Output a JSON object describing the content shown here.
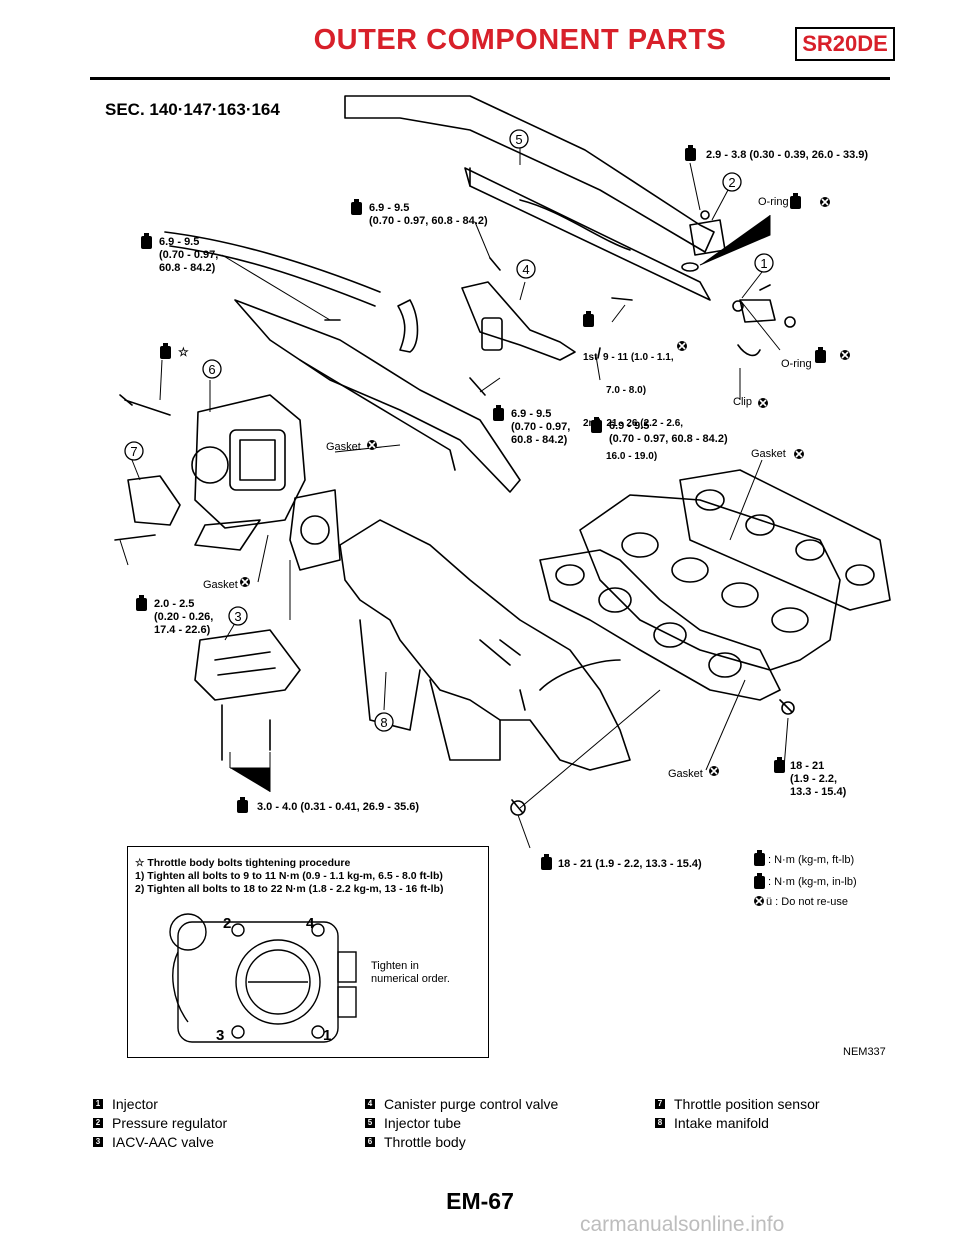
{
  "header": {
    "title": "OUTER COMPONENT PARTS",
    "engine_code": "SR20DE"
  },
  "section_code": "SEC. 140·147·163·164",
  "figure": {
    "part_numbers": [
      "1",
      "2",
      "3",
      "4",
      "5",
      "6",
      "7",
      "8"
    ],
    "labels": {
      "oring_top": "O-ring",
      "oring_side": "O-ring",
      "clip": "Clip",
      "gasket_right": "Gasket",
      "gasket_center": "Gasket",
      "gasket_throttle": "Gasket",
      "gasket_bottom": "Gasket"
    },
    "torques": {
      "t_reg_bolt": "2.9 - 3.8 (0.30 - 0.39, 26.0 - 33.9)",
      "t_tube_bolt_l1": "6.9 - 9.5",
      "t_tube_bolt_l2": "(0.70 - 0.97, 60.8 - 84.2)",
      "t_left_l1": "6.9 - 9.5",
      "t_left_l2": "(0.70 - 0.97,",
      "t_left_l3": "60.8 - 84.2)",
      "t_1st": "1st",
      "t_1st_val": "9 - 11 (1.0 - 1.1,",
      "t_1st_val2": "7.0 - 8.0)",
      "t_2nd": "2nd",
      "t_2nd_val": "21 - 26 (2.2 - 2.6,",
      "t_2nd_val2": "16.0 - 19.0)",
      "t_mid_l1": "6.9 - 9.5",
      "t_mid_l2": "(0.70 - 0.97,",
      "t_mid_l3": "60.8 - 84.2)",
      "t_mid2_l1": "6.9 - 9.5",
      "t_mid2_l2": "(0.70 - 0.97, 60.8 - 84.2)",
      "t_tps_l1": "2.0 - 2.5",
      "t_tps_l2": "(0.20 - 0.26,",
      "t_tps_l3": "17.4 - 22.6)",
      "t_iacv": "3.0 - 4.0 (0.31 - 0.41, 26.9 - 35.6)",
      "t_nut_right_l1": "18 - 21",
      "t_nut_right_l2": "(1.9 - 2.2,",
      "t_nut_right_l3": "13.3 - 15.4)",
      "t_nut_bottom": "18 - 21 (1.9 - 2.2, 13.3 - 15.4)"
    },
    "star": "☆"
  },
  "tightening_box": {
    "line1": "☆ Throttle body bolts tightening procedure",
    "line2": "1) Tighten all bolts to 9 to 11 N·m (0.9 - 1.1 kg-m, 6.5 - 8.0 ft-lb)",
    "line3": "2) Tighten all bolts to 18 to 22 N·m (1.8 - 2.2 kg-m, 13 - 16 ft-lb)",
    "note_l1": "Tighten in",
    "note_l2": "numerical order.",
    "order": [
      "1",
      "2",
      "3",
      "4"
    ]
  },
  "legend": {
    "nm_ftlb": ": N·m (kg-m, ft-lb)",
    "nm_inlb": ": N·m (kg-m, in-lb)",
    "no_reuse": "ü : Do not re-use"
  },
  "figure_id": "NEM337",
  "parts_list": [
    {
      "num": "1",
      "name": "Injector"
    },
    {
      "num": "2",
      "name": "Pressure regulator"
    },
    {
      "num": "3",
      "name": "IACV-AAC valve"
    },
    {
      "num": "4",
      "name": "Canister purge control valve"
    },
    {
      "num": "5",
      "name": "Injector tube"
    },
    {
      "num": "6",
      "name": "Throttle body"
    },
    {
      "num": "7",
      "name": "Throttle position sensor"
    },
    {
      "num": "8",
      "name": "Intake manifold"
    }
  ],
  "page_number": "EM-67",
  "watermark": "carmanualsonline.info"
}
